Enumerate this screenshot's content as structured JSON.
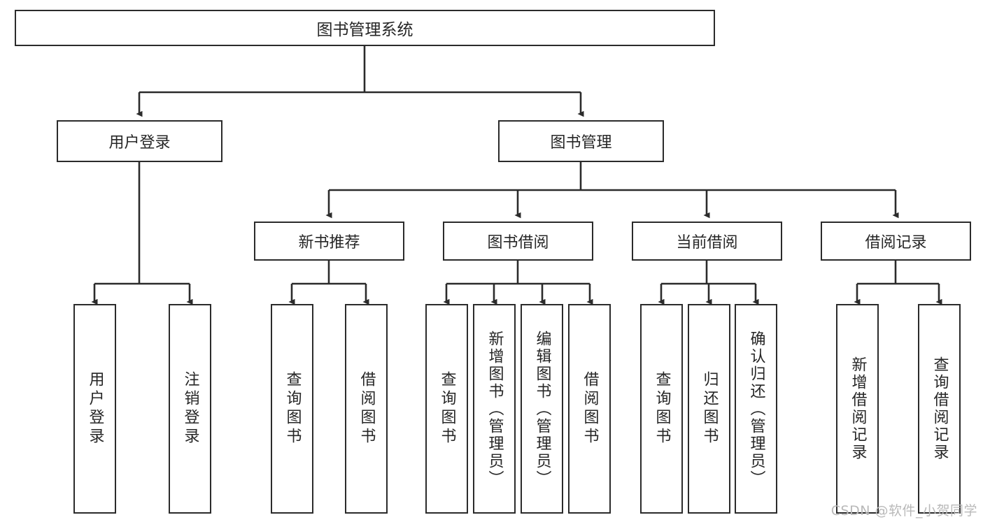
{
  "diagram": {
    "title": "图书管理系统",
    "watermark": "CSDN @软件_小贺同学",
    "colors": {
      "stroke": "#2b2b2b",
      "box_fill": "#ffffff",
      "text": "#262626",
      "watermark": "#b9b9b9",
      "background": "#ffffff"
    },
    "root": {
      "label": "图书管理系统"
    },
    "level1": [
      {
        "label": "用户登录"
      },
      {
        "label": "图书管理"
      }
    ],
    "level2": [
      {
        "label": "新书推荐"
      },
      {
        "label": "图书借阅"
      },
      {
        "label": "当前借阅"
      },
      {
        "label": "借阅记录"
      }
    ],
    "leaves": {
      "user_login": [
        {
          "label": "用户登录"
        },
        {
          "label": "注销登录"
        }
      ],
      "new_book": [
        {
          "label": "查询图书"
        },
        {
          "label": "借阅图书"
        }
      ],
      "book_borrow": [
        {
          "label": "查询图书"
        },
        {
          "label": "新增图书（管理员）"
        },
        {
          "label": "编辑图书（管理员）"
        },
        {
          "label": "借阅图书"
        }
      ],
      "current_borrow": [
        {
          "label": "查询图书"
        },
        {
          "label": "归还图书"
        },
        {
          "label": "确认归还（管理员）"
        }
      ],
      "borrow_record": [
        {
          "label": "新增借阅记录"
        },
        {
          "label": "查询借阅记录"
        }
      ]
    }
  }
}
